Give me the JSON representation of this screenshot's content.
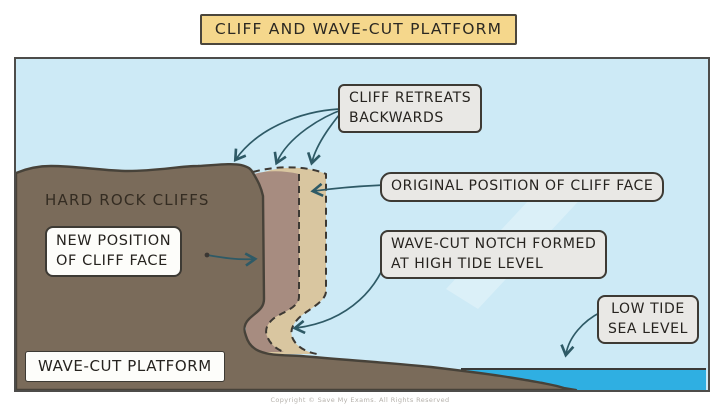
{
  "title": "CLIFF AND WAVE-CUT PLATFORM",
  "labels": {
    "hard_rock_cliffs": "HARD ROCK CLIFFS",
    "cliff_retreats_lines": [
      "CLIFF RETREATS",
      "BACKWARDS"
    ],
    "original_position": "ORIGINAL POSITION OF CLIFF FACE",
    "wave_cut_notch_lines": [
      "WAVE-CUT NOTCH FORMED",
      "AT HIGH TIDE LEVEL"
    ],
    "low_tide_lines": [
      "LOW TIDE",
      "SEA LEVEL"
    ],
    "new_position_lines": [
      "NEW POSITION",
      "OF CLIFF FACE"
    ],
    "wave_cut_platform": "WAVE-CUT PLATFORM"
  },
  "footer": "Copyright © Save My Exams. All Rights Reserved",
  "colors": {
    "title_bg": "#f5d78c",
    "sky": "#cdeaf6",
    "cliff": "#7a6b5a",
    "band_mid": "#a78c80",
    "band_light": "#d9c6a0",
    "sea": "#2fafe2",
    "label_bg": "#e9e8e5",
    "label_white": "#fdfdfa",
    "arrow": "#2e5a66",
    "outline": "#474239"
  }
}
